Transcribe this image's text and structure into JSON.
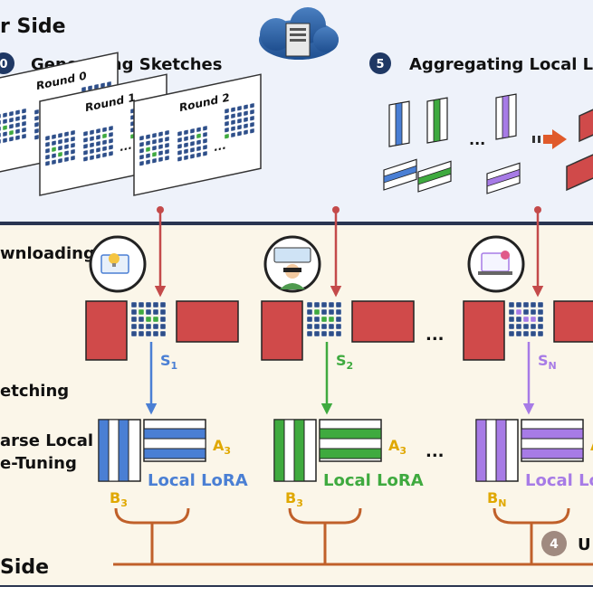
{
  "server": {
    "title": "r Side",
    "step0": {
      "num": "0",
      "label": "Generating Sketches"
    },
    "step5": {
      "num": "5",
      "label": "Aggregating Local Lo"
    },
    "round_labels": [
      "Round 0",
      "Round 1",
      "Round 2"
    ],
    "ellipsis": "..."
  },
  "client": {
    "title": "Side",
    "downloading_label": "wnloading",
    "sketching_label": "etching",
    "finetune_line1": "arse Local",
    "finetune_line2": "e-Tuning",
    "step4": {
      "num": "4",
      "label": "U"
    },
    "ellipsis": "...",
    "columns": [
      {
        "sketch": "S",
        "sketch_sub": "1",
        "a": "A",
        "a_sub": "3",
        "b": "B",
        "b_sub": "3",
        "lora": "Local LoRA",
        "color": "#4a7fd4"
      },
      {
        "sketch": "S",
        "sketch_sub": "2",
        "a": "A",
        "a_sub": "3",
        "b": "B",
        "b_sub": "3",
        "lora": "Local LoRA",
        "color": "#3faa3f"
      },
      {
        "sketch": "S",
        "sketch_sub": "N",
        "a": "A",
        "a_sub": "",
        "b": "B",
        "b_sub": "N",
        "lora": "Local Lo",
        "color": "#a77be6"
      }
    ]
  },
  "colors": {
    "server_bg": "#eef2fa",
    "client_bg": "#fbf6e9",
    "red_block": "#d04a4a",
    "arrow_red": "#c44a4a",
    "label_gold": "#e0a800",
    "brace": "#c0602a",
    "dark_circle": "#1f3864"
  }
}
